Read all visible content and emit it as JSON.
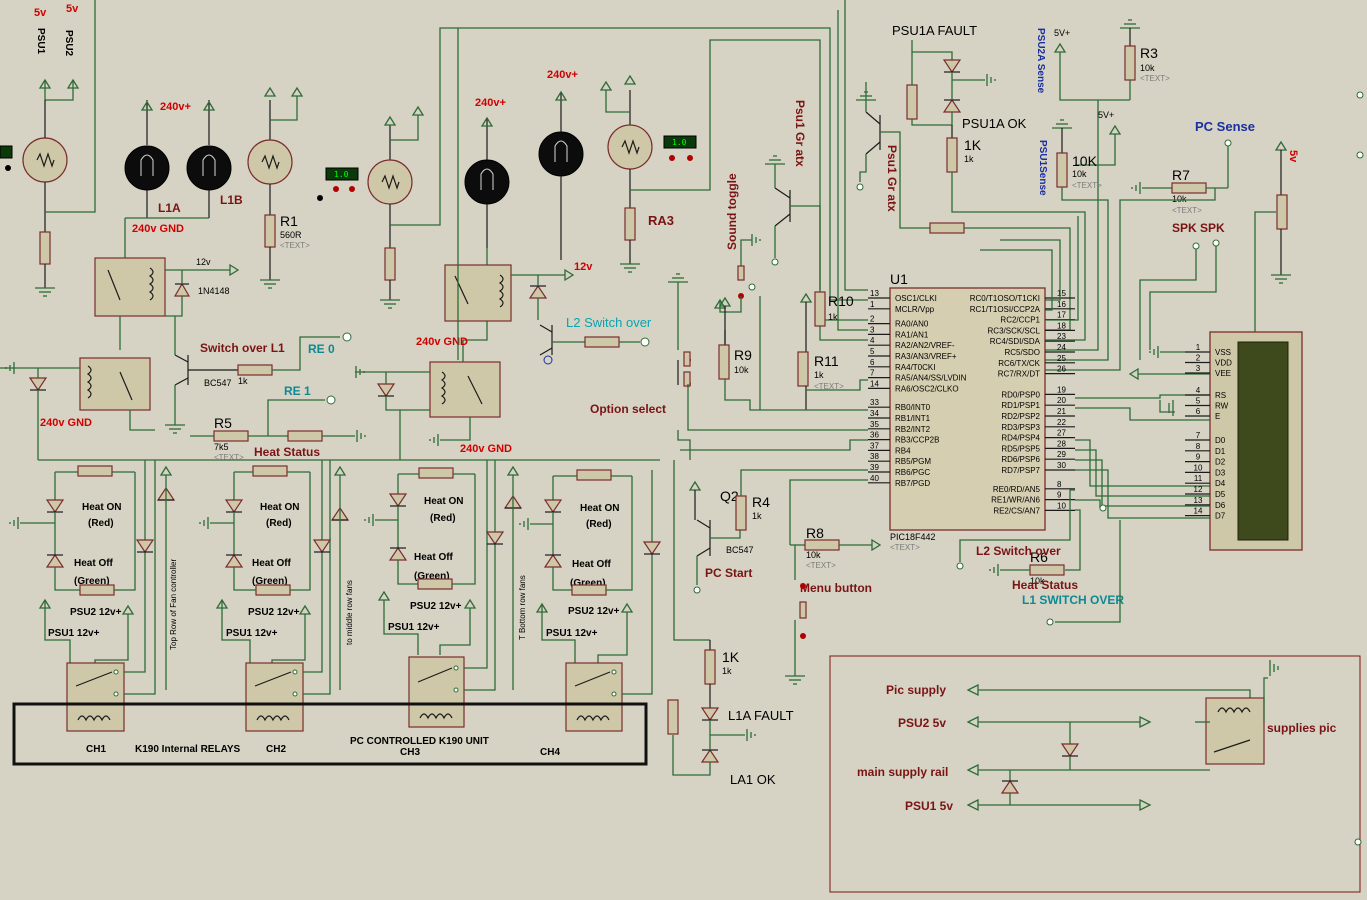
{
  "components": {
    "u1": {
      "ref": "U1",
      "part": "PIC18F442",
      "text": "<TEXT>"
    },
    "r1": {
      "ref": "R1",
      "value": "560R",
      "text": "<TEXT>"
    },
    "r3": {
      "ref": "R3",
      "value": "10k",
      "text": "<TEXT>"
    },
    "r4": {
      "ref": "R4",
      "value": "1k"
    },
    "r5": {
      "ref": "R5",
      "value": "7k5",
      "text": "<TEXT>"
    },
    "r6": {
      "ref": "R6",
      "value": "10k"
    },
    "r7": {
      "ref": "R7",
      "value": "10k",
      "text": "<TEXT>"
    },
    "r8": {
      "ref": "R8",
      "value": "10k",
      "text": "<TEXT>"
    },
    "r9": {
      "ref": "R9",
      "value": "10k"
    },
    "r10": {
      "ref": "R10",
      "value": "1k"
    },
    "r11": {
      "ref": "R11",
      "value": "1k",
      "text": "<TEXT>"
    },
    "r10k": {
      "ref": "10K",
      "value": "10k",
      "text": "<TEXT>"
    },
    "r1k_top": {
      "ref": "1K",
      "value": "1k"
    },
    "r1k_bottom": {
      "ref": "1K",
      "value": "1k"
    },
    "r_1k_sw": {
      "value": "1k"
    },
    "q2": {
      "ref": "Q2",
      "part": "BC547"
    },
    "q_sw": {
      "part": "BC547"
    },
    "d_1n4148": {
      "part": "1N4148"
    },
    "ra3": {
      "ref": "RA3"
    }
  },
  "labels": {
    "psu1": "PSU1",
    "psu2": "PSU2",
    "v5a": "5v",
    "v5b": "5v",
    "v240_1": "240v+",
    "v240_2": "240v+",
    "v240_3": "240v+",
    "l1a": "L1A",
    "l1b": "L1B",
    "gnd240_1": "240v GND",
    "gnd240_2": "240v GND",
    "gnd240_3": "240v GND",
    "gnd240_4": "240v GND",
    "v12_a": "12v",
    "v12_b": "12v",
    "switch_over_l1": "Switch over L1",
    "re0": "RE 0",
    "re1": "RE 1",
    "heat_status": "Heat Status",
    "l2_switch_over": "L2 Switch over",
    "option_select": "Option select",
    "sound_toggle": "Sound toggle",
    "psu1_gr_atx_a": "Psu1 Gr atx",
    "psu1_gr_atx_b": "Psu1 Gr atx",
    "psu1a_fault": "PSU1A FAULT",
    "psu1a_ok": "PSU1A OK",
    "psu2a_sense": "PSU2A Sense",
    "psu1_sense": "PSU1Sense",
    "v5plus_a": "5V+",
    "v5plus_b": "5V+",
    "pc_sense": "PC Sense",
    "spk": "SPK SPK",
    "v5_right": "5v",
    "pc_start": "PC Start",
    "menu_button": "Menu button",
    "l2_switch_over_2": "L2 Switch over",
    "heat_status_2": "Heat Status",
    "l1_switch_over": "L1 SWITCH OVER",
    "la1_fault": "L1A FAULT",
    "la1_ok": "LA1 OK",
    "heat_on": "Heat ON",
    "red": "(Red)",
    "heat_off": "Heat Off",
    "green": "(Green)",
    "psu2_12v": "PSU2 12v+",
    "psu1_12v": "PSU1 12v+",
    "ch1": "CH1",
    "ch2": "CH2",
    "ch3": "CH3",
    "ch4": "CH4",
    "k190_internal": "K190 Internal RELAYS",
    "pc_controlled": "PC CONTROLLED K190 UNIT",
    "top_row": "Top Row of Fan controller",
    "middle_row": "to middle row fans",
    "bottom_row": "T Bottom row fans",
    "pic_supply": "Pic supply",
    "psu2_5v": "PSU2 5v",
    "main_supply_rail": "main supply rail",
    "psu1_5v": "PSU1 5v",
    "supplies_pic": "supplies pic",
    "probe_value": "1.0"
  },
  "pic_left_pins": [
    {
      "num": "13",
      "name": "OSC1/CLKI"
    },
    {
      "num": "1",
      "name": "MCLR/Vpp"
    },
    {
      "num": "2",
      "name": "RA0/AN0"
    },
    {
      "num": "3",
      "name": "RA1/AN1"
    },
    {
      "num": "4",
      "name": "RA2/AN2/VREF-"
    },
    {
      "num": "5",
      "name": "RA3/AN3/VREF+"
    },
    {
      "num": "6",
      "name": "RA4/T0CKI"
    },
    {
      "num": "7",
      "name": "RA5/AN4/SS/LVDIN"
    },
    {
      "num": "14",
      "name": "RA6/OSC2/CLKO"
    },
    {
      "num": "33",
      "name": "RB0/INT0"
    },
    {
      "num": "34",
      "name": "RB1/INT1"
    },
    {
      "num": "35",
      "name": "RB2/INT2"
    },
    {
      "num": "36",
      "name": "RB3/CCP2B"
    },
    {
      "num": "37",
      "name": "RB4"
    },
    {
      "num": "38",
      "name": "RB5/PGM"
    },
    {
      "num": "39",
      "name": "RB6/PGC"
    },
    {
      "num": "40",
      "name": "RB7/PGD"
    }
  ],
  "pic_right_pins": [
    {
      "num": "15",
      "name": "RC0/T1OSO/T1CKI"
    },
    {
      "num": "16",
      "name": "RC1/T1OSI/CCP2A"
    },
    {
      "num": "17",
      "name": "RC2/CCP1"
    },
    {
      "num": "18",
      "name": "RC3/SCK/SCL"
    },
    {
      "num": "23",
      "name": "RC4/SDI/SDA"
    },
    {
      "num": "24",
      "name": "RC5/SDO"
    },
    {
      "num": "25",
      "name": "RC6/TX/CK"
    },
    {
      "num": "26",
      "name": "RC7/RX/DT"
    },
    {
      "num": "19",
      "name": "RD0/PSP0"
    },
    {
      "num": "20",
      "name": "RD1/PSP1"
    },
    {
      "num": "21",
      "name": "RD2/PSP2"
    },
    {
      "num": "22",
      "name": "RD3/PSP3"
    },
    {
      "num": "27",
      "name": "RD4/PSP4"
    },
    {
      "num": "28",
      "name": "RD5/PSP5"
    },
    {
      "num": "29",
      "name": "RD6/PSP6"
    },
    {
      "num": "30",
      "name": "RD7/PSP7"
    },
    {
      "num": "8",
      "name": "RE0/RD/AN5"
    },
    {
      "num": "9",
      "name": "RE1/WR/AN6"
    },
    {
      "num": "10",
      "name": "RE2/CS/AN7"
    }
  ],
  "lcd_pins": [
    {
      "num": "1",
      "name": "VSS"
    },
    {
      "num": "2",
      "name": "VDD"
    },
    {
      "num": "3",
      "name": "VEE"
    },
    {
      "num": "4",
      "name": "RS"
    },
    {
      "num": "5",
      "name": "RW"
    },
    {
      "num": "6",
      "name": "E"
    },
    {
      "num": "7",
      "name": "D0"
    },
    {
      "num": "8",
      "name": "D1"
    },
    {
      "num": "9",
      "name": "D2"
    },
    {
      "num": "10",
      "name": "D3"
    },
    {
      "num": "11",
      "name": "D4"
    },
    {
      "num": "12",
      "name": "D5"
    },
    {
      "num": "13",
      "name": "D6"
    },
    {
      "num": "14",
      "name": "D7"
    }
  ],
  "colors": {
    "background": "#d6d3c4",
    "wire": "#2e6b36",
    "component_outline": "#7a2d2d",
    "label_dark_red": "#7a1414",
    "label_red": "#d10000",
    "label_cyan": "#0aa3b0",
    "label_blue": "#1a2fa0",
    "lcd_screen": "#3e4a1c"
  }
}
